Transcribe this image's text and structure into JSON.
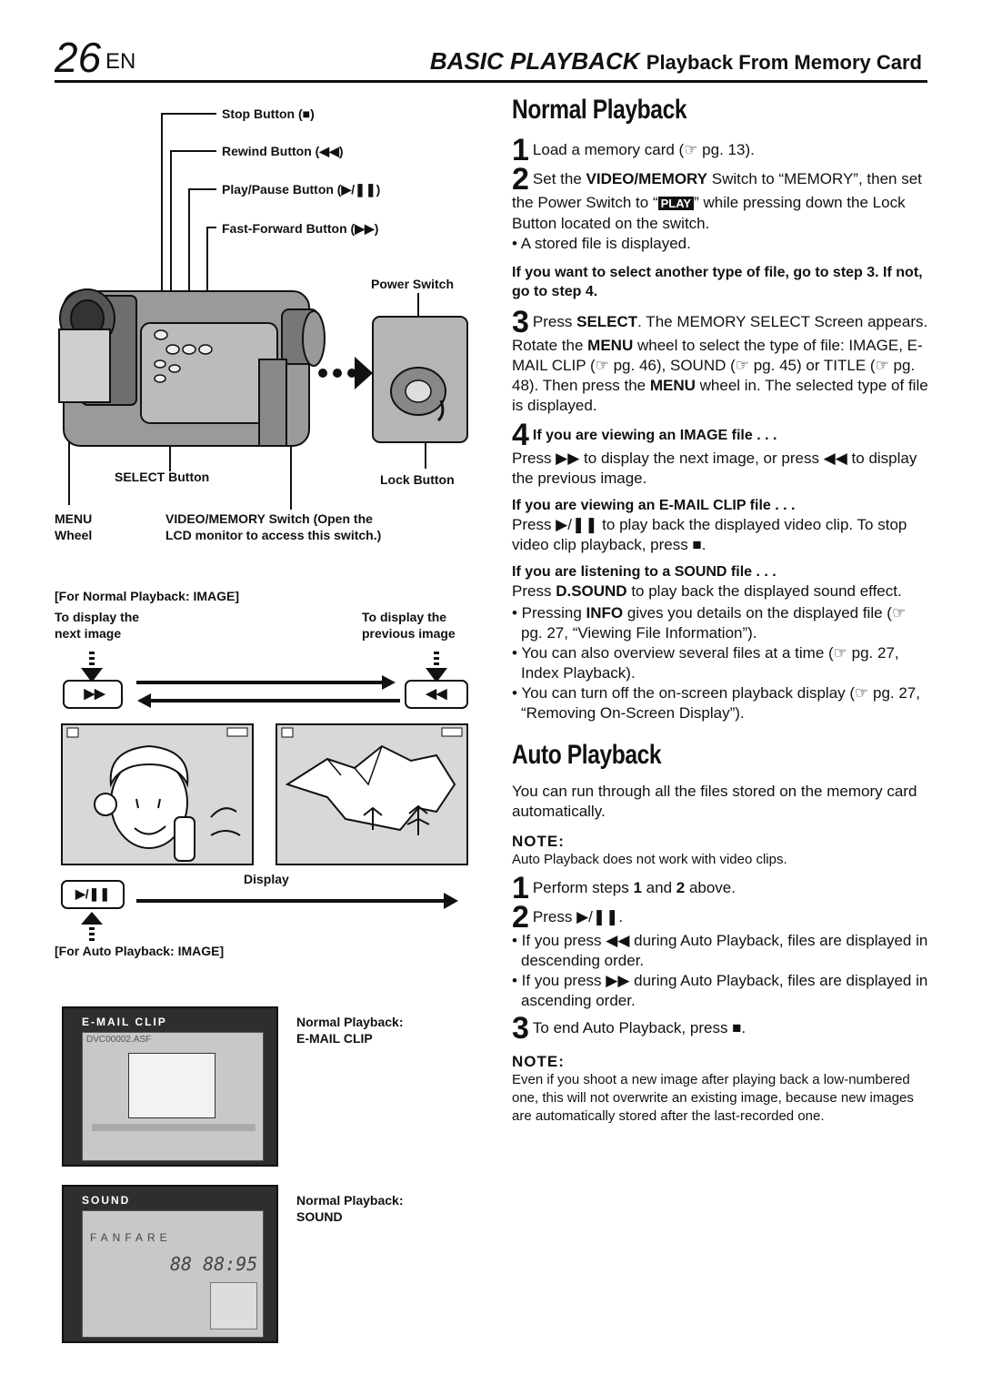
{
  "header": {
    "page_number": "26",
    "lang": "EN",
    "section": "BASIC PLAYBACK",
    "subsection": "Playback From Memory Card"
  },
  "camera_labels": {
    "stop": "Stop Button (■)",
    "rewind": "Rewind Button (◀◀)",
    "play_pause": "Play/Pause Button (▶/❚❚)",
    "ff": "Fast-Forward Button (▶▶)",
    "power": "Power Switch",
    "select": "SELECT Button",
    "lock": "Lock Button",
    "menu_1": "MENU",
    "menu_2": "Wheel",
    "video_memory_1": "VIDEO/MEMORY Switch (Open the",
    "video_memory_2": "LCD monitor to access this switch.)"
  },
  "normal_image": {
    "caption": "[For Normal Playback: IMAGE]",
    "next_1": "To display the",
    "next_2": "next image",
    "prev_1": "To display the",
    "prev_2": "previous image",
    "ff_symbol": "▶▶",
    "rew_symbol": "◀◀"
  },
  "auto_image": {
    "display": "Display",
    "play_symbol": "▶/❚❚",
    "caption": "[For Auto Playback: IMAGE]"
  },
  "email_screen": {
    "header": "E-MAIL CLIP",
    "file": "DVC00002.ASF",
    "caption_1": "Normal Playback:",
    "caption_2": "E-MAIL CLIP"
  },
  "sound_screen": {
    "header": "SOUND",
    "title": "FANFARE",
    "time": "88 88:95",
    "caption_1": "Normal Playback:",
    "caption_2": "SOUND"
  },
  "normal_playback": {
    "title": "Normal Playback",
    "step1": "Load a memory card (☞ pg. 13).",
    "step2a": "Set the ",
    "step2b": "VIDEO/MEMORY",
    "step2c": " Switch to “MEMORY”, then set the Power Switch to “",
    "step2d": "PLAY",
    "step2e": "” while pressing down the Lock Button located on the switch.",
    "bullet_stored": "• A stored file is displayed.",
    "if_select": "If you want to select another type of file, go to step 3. If not, go to step 4.",
    "step3a": "Press ",
    "step3b": "SELECT",
    "step3c": ". The MEMORY SELECT Screen appears. Rotate the ",
    "step3d": "MENU",
    "step3e": " wheel to select the type of file: IMAGE, E-MAIL CLIP (☞ pg. 46), SOUND (☞ pg. 45) or TITLE (☞ pg. 48). Then press the ",
    "step3f": "MENU",
    "step3g": " wheel in. The selected type of file is displayed.",
    "step4_head": "If you are viewing an IMAGE file . . .",
    "step4_text": "Press ▶▶ to display the next image, or press ◀◀ to display the previous image.",
    "email_head": "If you are viewing an E-MAIL CLIP file . . .",
    "email_text": "Press ▶/❚❚ to play back the displayed video clip. To stop video clip playback, press ■.",
    "sound_head": "If you are listening to a SOUND file . . .",
    "sound_text_a": "Press ",
    "sound_text_b": "D.SOUND",
    "sound_text_c": " to play back the displayed sound effect.",
    "b1a": "• Pressing ",
    "b1b": "INFO",
    "b1c": " gives you details on the displayed file (☞ pg. 27, “Viewing File Information”).",
    "b2": "• You can also overview several files at a time (☞ pg. 27, Index Playback).",
    "b3": "• You can turn off the on-screen playback display (☞ pg. 27, “Removing On-Screen Display”)."
  },
  "auto_playback": {
    "title": "Auto Playback",
    "intro": "You can run through all the files stored on the memory card automatically.",
    "note1_head": "NOTE:",
    "note1": "Auto Playback does not work with video clips.",
    "step1a": "Perform steps ",
    "step1b": "1",
    "step1c": " and ",
    "step1d": "2",
    "step1e": " above.",
    "step2": "Press ▶/❚❚.",
    "b1": "• If you press ◀◀ during Auto Playback, files are displayed in descending order.",
    "b2": "• If you press ▶▶ during Auto Playback, files are displayed in ascending order.",
    "step3": "To end Auto Playback, press ■.",
    "note2_head": "NOTE:",
    "note2": "Even if you shoot a new image after playing back a low-numbered one, this will not overwrite an existing image, because new images are automatically stored after the last-recorded one."
  }
}
